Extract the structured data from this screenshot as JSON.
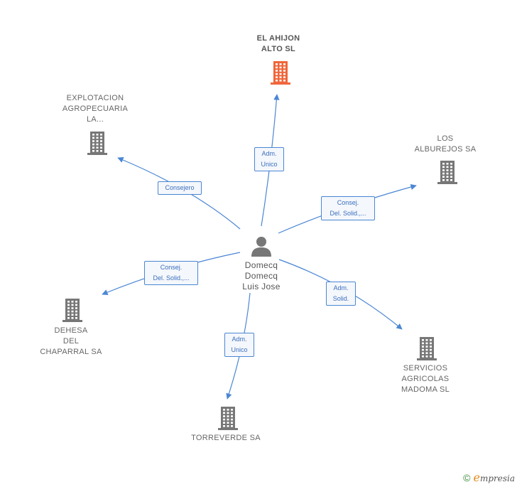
{
  "colors": {
    "edge": "#4a86d4",
    "company_icon": "#777777",
    "main_company_icon": "#f0663a",
    "person_icon": "#777777"
  },
  "person": {
    "lines": [
      "Domecq",
      "Domecq",
      "Luis Jose"
    ],
    "icon": "person-icon"
  },
  "companies": [
    {
      "id": "el-ahijon",
      "lines": [
        "EL AHIJON",
        "ALTO SL"
      ],
      "main": true
    },
    {
      "id": "explotacion",
      "lines": [
        "EXPLOTACION",
        "AGROPECUARIA",
        "LA..."
      ],
      "main": false
    },
    {
      "id": "alburejos",
      "lines": [
        "LOS",
        "ALBUREJOS SA"
      ],
      "main": false
    },
    {
      "id": "dehesa",
      "lines": [
        "DEHESA",
        "DEL",
        "CHAPARRAL SA"
      ],
      "main": false
    },
    {
      "id": "torreverde",
      "lines": [
        "TORREVERDE SA"
      ],
      "main": false
    },
    {
      "id": "madoma",
      "lines": [
        "SERVICIOS",
        "AGRICOLAS",
        "MADOMA SL"
      ],
      "main": false
    }
  ],
  "edges": [
    {
      "to": "el-ahijon",
      "lines": [
        "Adm.",
        "Unico"
      ]
    },
    {
      "to": "explotacion",
      "lines": [
        "Consejero"
      ]
    },
    {
      "to": "alburejos",
      "lines": [
        "Consej.",
        "Del. Solid.,..."
      ]
    },
    {
      "to": "dehesa",
      "lines": [
        "Consej.",
        "Del. Solid.,..."
      ]
    },
    {
      "to": "torreverde",
      "lines": [
        "Adm.",
        "Unico"
      ]
    },
    {
      "to": "madoma",
      "lines": [
        "Adm.",
        "Solid."
      ]
    }
  ],
  "footer": {
    "copyright": "©",
    "brand_initial": "e",
    "brand_rest": "mpresia"
  }
}
